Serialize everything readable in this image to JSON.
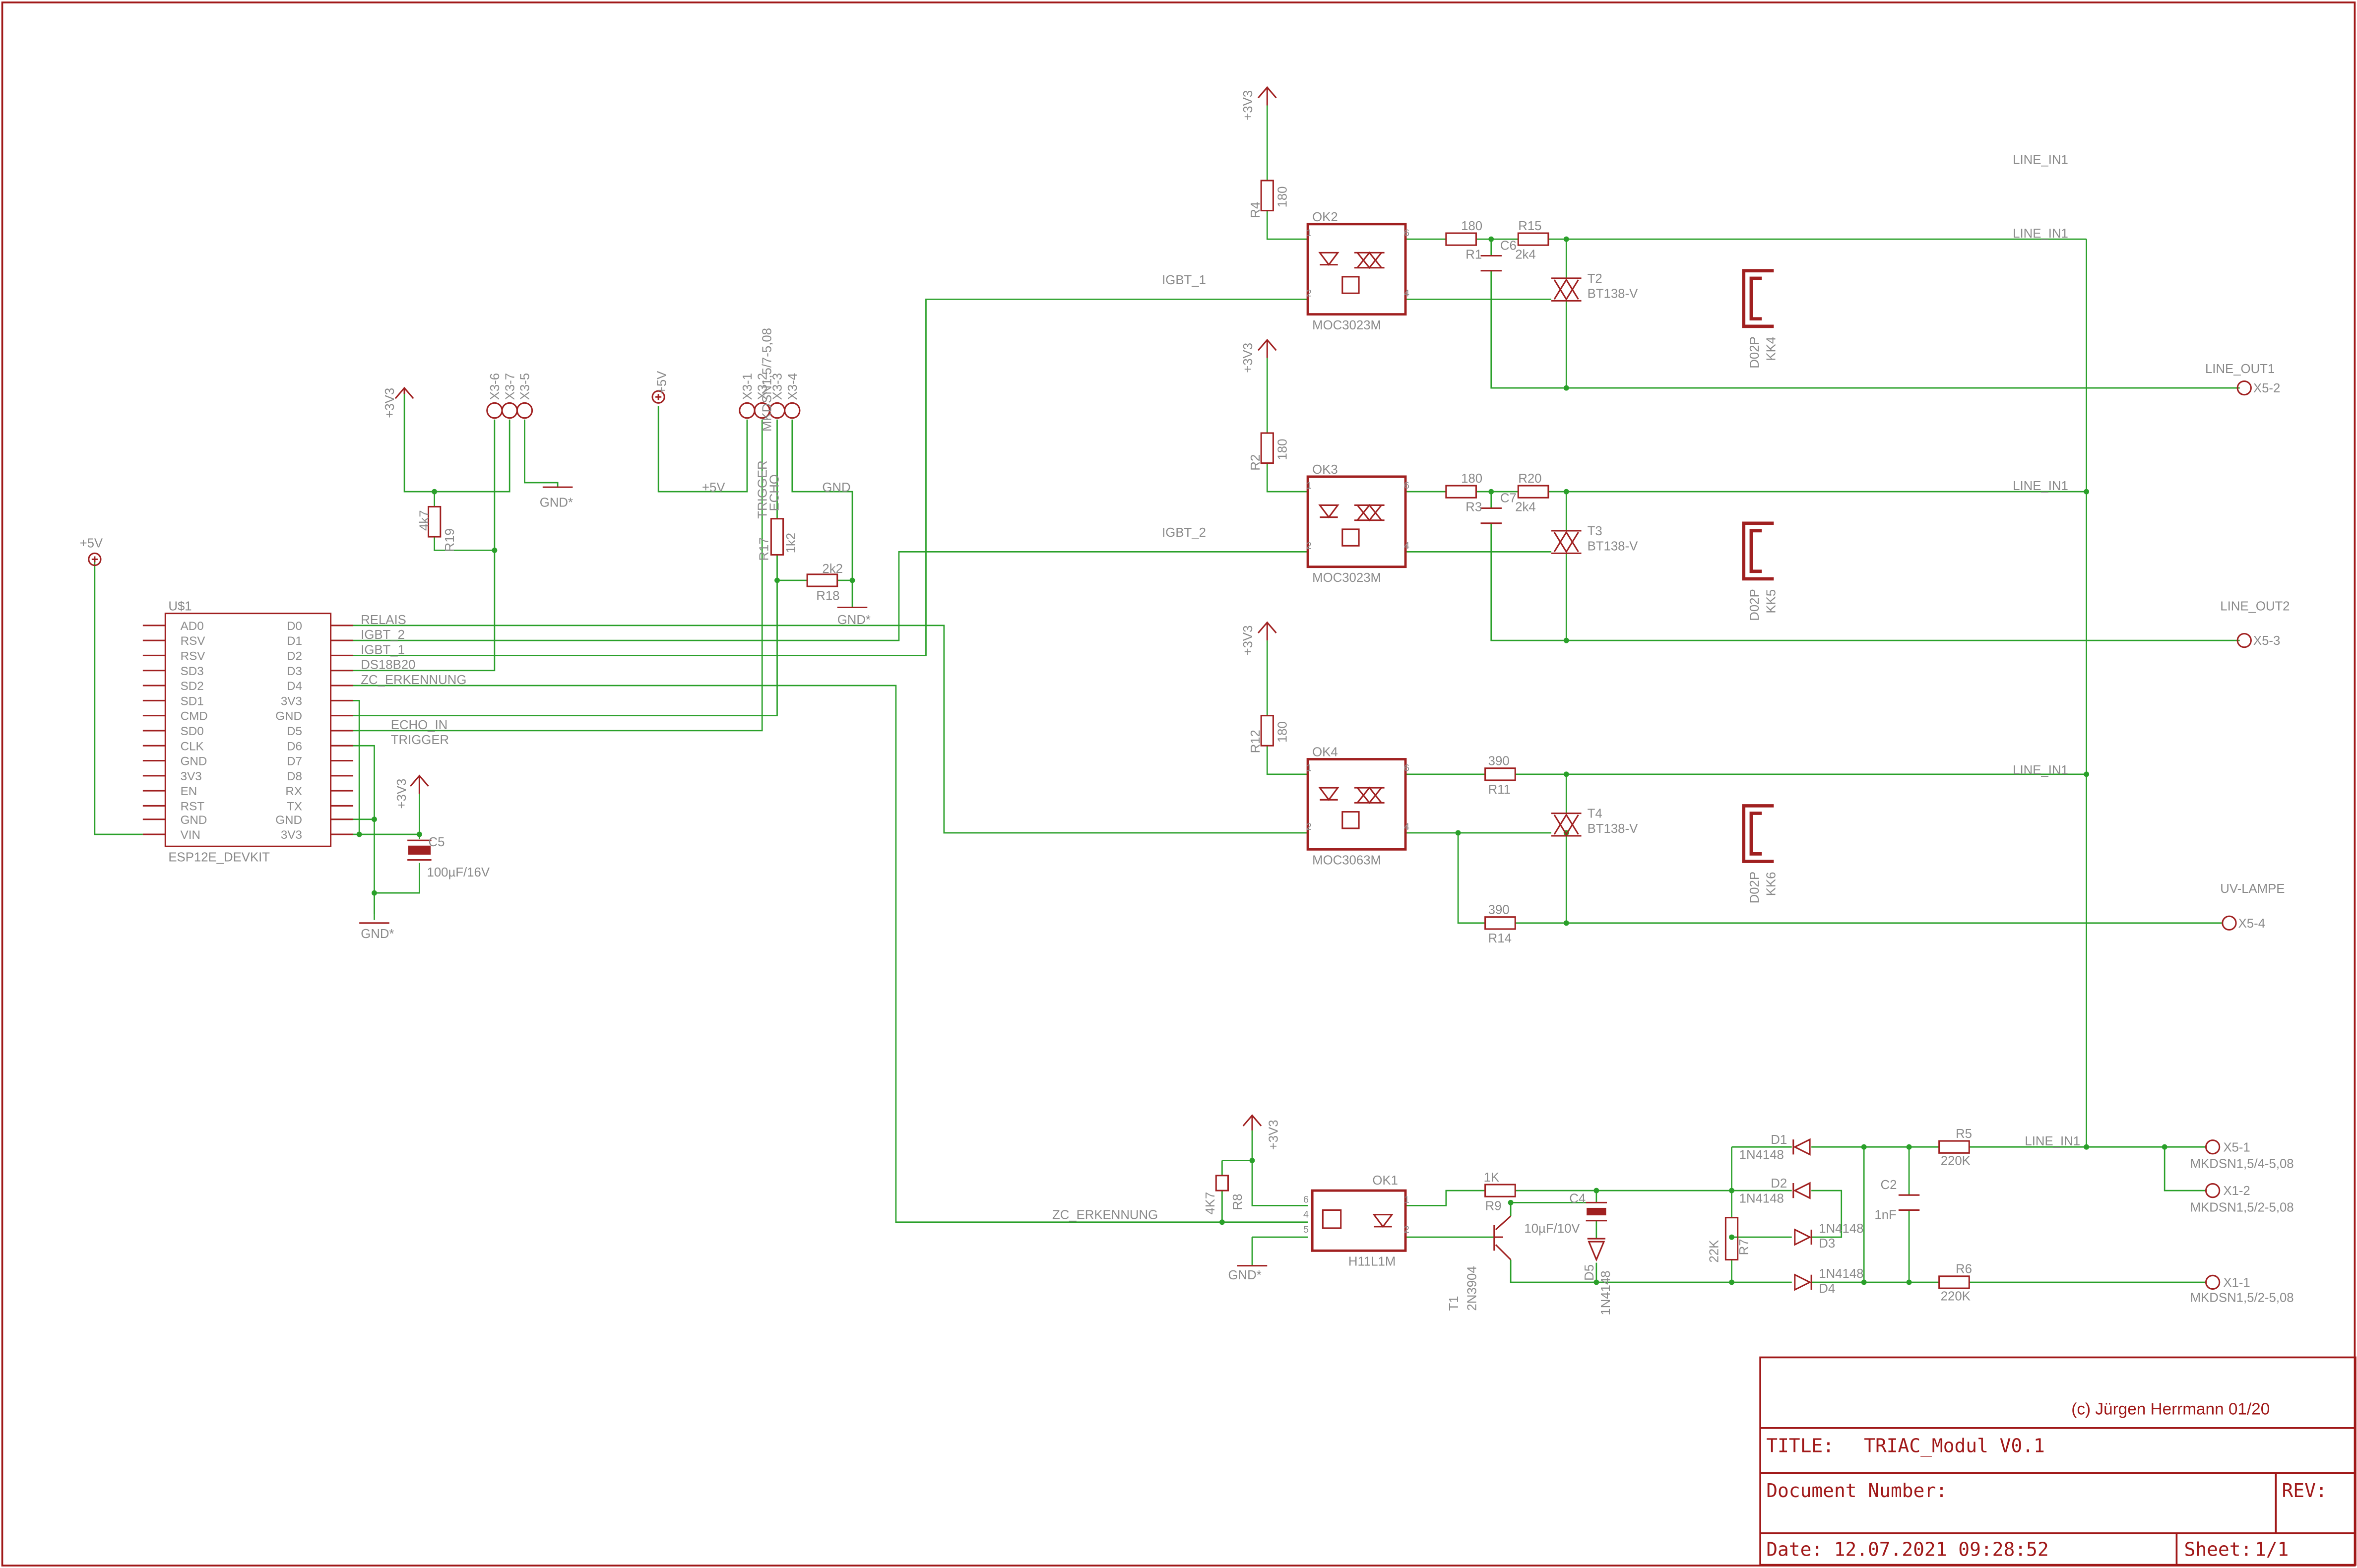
{
  "colors": {
    "frame": "#a01818",
    "wire": "#2aa02a",
    "label": "#8a8a8a",
    "symbol": "#a02020"
  },
  "title_block": {
    "copyright": "(c) Jürgen Herrmann 01/20",
    "title_label": "TITLE:",
    "title_value": "TRIAC_Modul V0.1",
    "doc_label": "Document Number:",
    "rev_label": "REV:",
    "date_label": "Date:",
    "date_value": "12.07.2021 09:28:52",
    "sheet_label": "Sheet:",
    "sheet_value": "1/1"
  },
  "mcu": {
    "name": "U$1",
    "value": "ESP12E_DEVKIT",
    "left_pins": [
      "AD0",
      "RSV",
      "RSV",
      "SD3",
      "SD2",
      "SD1",
      "CMD",
      "SD0",
      "CLK",
      "GND",
      "3V3",
      "EN",
      "RST",
      "GND",
      "VIN"
    ],
    "right_pins": [
      "D0",
      "D1",
      "D2",
      "D3",
      "D4",
      "3V3",
      "GND",
      "D5",
      "D6",
      "D7",
      "D8",
      "RX",
      "TX",
      "GND",
      "3V3"
    ],
    "net_labels": [
      "RELAIS",
      "IGBT_2",
      "IGBT_1",
      "DS18B20",
      "ZC_ERKENNUNG",
      "",
      "",
      "ECHO_IN",
      "TRIGGER"
    ]
  },
  "power": {
    "p5v": "+5V",
    "p3v3": "+3V3",
    "gnd": "GND*",
    "gnd_plain": "GND"
  },
  "connectors": {
    "x3_a": [
      "X3-6",
      "X3-7",
      "X3-5"
    ],
    "x3_b": [
      "X3-1",
      "X3-2",
      "X3-3",
      "X3-4"
    ],
    "x3_b_value": "MKDSN1,5/7-5,08",
    "trigger": "TRIGGER",
    "echo": "ECHO",
    "x5_2": "X5-2",
    "x5_3": "X5-3",
    "x5_4": "X5-4",
    "x5_1": "X5-1",
    "x1_2": "X1-2",
    "x1_1": "X1-1",
    "x5_1_value": "MKDSN1,5/4-5,08",
    "x1_value": "MKDSN1,5/2-5,08"
  },
  "net_names": {
    "line_in1": "LINE_IN1",
    "line_out1": "LINE_OUT1",
    "line_out2": "LINE_OUT2",
    "uv_lampe": "UV-LAMPE",
    "igbt_1": "IGBT_1",
    "igbt_2": "IGBT_2",
    "zc": "ZC_ERKENNUNG"
  },
  "parts": {
    "R19": {
      "name": "R19",
      "value": "4k7"
    },
    "R17": {
      "name": "R17",
      "value": "1k2"
    },
    "R18": {
      "name": "R18",
      "value": "2k2"
    },
    "C5": {
      "name": "C5",
      "value": "100µF/16V"
    },
    "R4": {
      "name": "R4",
      "value": "180"
    },
    "R2": {
      "name": "R2",
      "value": "180"
    },
    "R12": {
      "name": "R12",
      "value": "180"
    },
    "OK2": {
      "name": "OK2",
      "value": "MOC3023M"
    },
    "OK3": {
      "name": "OK3",
      "value": "MOC3023M"
    },
    "OK4": {
      "name": "OK4",
      "value": "MOC3063M"
    },
    "OK1": {
      "name": "OK1",
      "value": "H11L1M"
    },
    "R1": {
      "name": "R1",
      "value": "180"
    },
    "R3": {
      "name": "R3",
      "value": "180"
    },
    "R15": {
      "name": "R15",
      "value": "2k4"
    },
    "R20": {
      "name": "R20",
      "value": "2k4"
    },
    "C6": {
      "name": "C6"
    },
    "C7": {
      "name": "C7"
    },
    "R11": {
      "name": "R11",
      "value": "390"
    },
    "R14": {
      "name": "R14",
      "value": "390"
    },
    "T2": {
      "name": "T2",
      "value": "BT138-V"
    },
    "T3": {
      "name": "T3",
      "value": "BT138-V"
    },
    "T4": {
      "name": "T4",
      "value": "BT138-V"
    },
    "KK4": {
      "name": "KK4",
      "value": "D02P"
    },
    "KK5": {
      "name": "KK5",
      "value": "D02P"
    },
    "KK6": {
      "name": "KK6",
      "value": "D02P"
    },
    "R8": {
      "name": "R8",
      "value": "4K7"
    },
    "R9": {
      "name": "R9",
      "value": "1K"
    },
    "C4": {
      "name": "C4",
      "value": "10µF/10V"
    },
    "T1": {
      "name": "T1",
      "value": "2N3904"
    },
    "D5": {
      "name": "D5",
      "value": "1N4148"
    },
    "R7": {
      "name": "R7",
      "value": "22K"
    },
    "D1": {
      "name": "D1",
      "value": "1N4148"
    },
    "D2": {
      "name": "D2",
      "value": "1N4148"
    },
    "D3": {
      "name": "D3",
      "value": "1N4148"
    },
    "D4": {
      "name": "D4",
      "value": "1N4148"
    },
    "C2": {
      "name": "C2",
      "value": "1nF"
    },
    "R5": {
      "name": "R5",
      "value": "220K"
    },
    "R6": {
      "name": "R6",
      "value": "220K"
    }
  },
  "opto_pins": {
    "p1": "1",
    "p2": "2",
    "p4": "4",
    "p6": "6",
    "p5": "5"
  }
}
